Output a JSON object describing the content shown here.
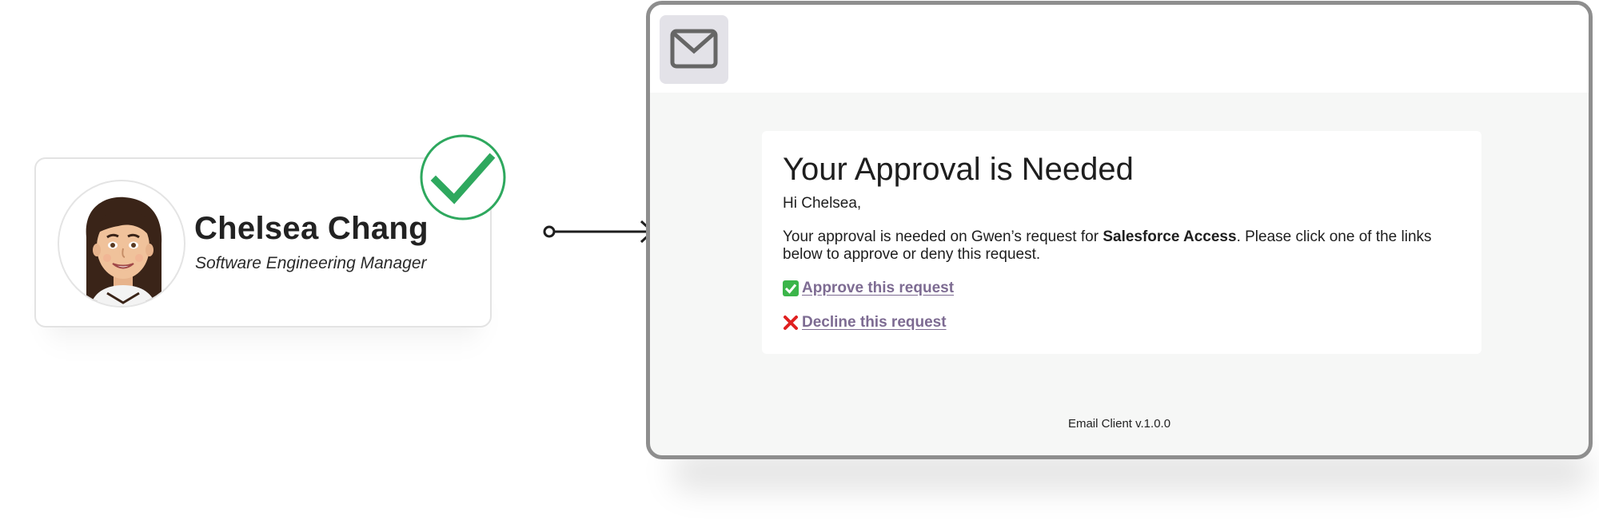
{
  "profile": {
    "name": "Chelsea Chang",
    "title": "Software Engineering Manager",
    "avatar_icon": "woman-emoji-avatar",
    "status_icon": "approved-check-icon",
    "status_color": "#2ea85e"
  },
  "connector": {
    "icon": "arrow-right-icon"
  },
  "email_window": {
    "header_icon": "envelope-icon",
    "heading": "Your Approval is Needed",
    "greeting": "Hi Chelsea,",
    "body": {
      "prefix": "Your approval is needed on Gwen’s request for ",
      "emphasis": "Salesforce Access",
      "suffix": ". Please click one of the links below to approve or deny this request."
    },
    "links": [
      {
        "label": "Approve this request",
        "icon": "green-check-box-icon",
        "icon_color": "#3bb54a"
      },
      {
        "label": "Decline this request",
        "icon": "red-cross-icon",
        "icon_color": "#e02020"
      }
    ],
    "link_color": "#7d6b92",
    "footer": "Email Client v.1.0.0"
  }
}
